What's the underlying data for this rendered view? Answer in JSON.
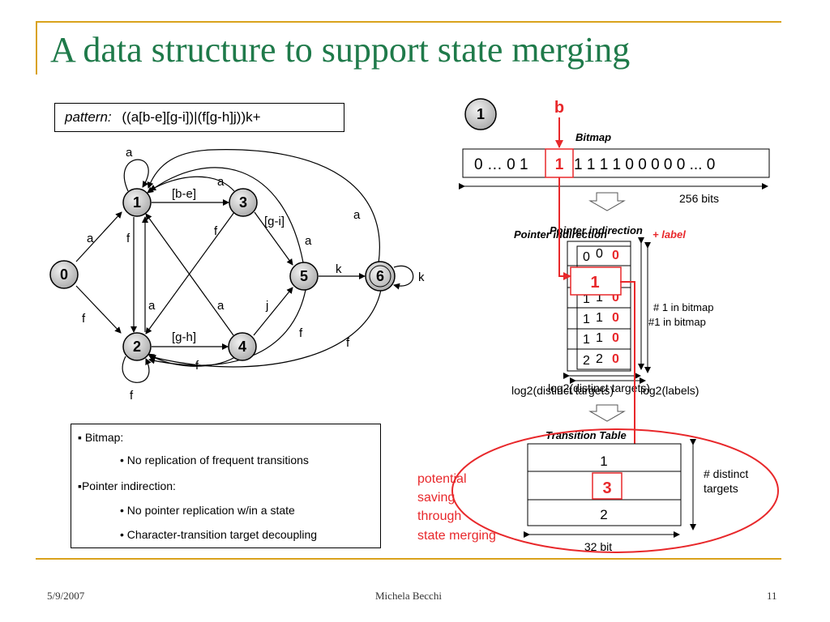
{
  "slide": {
    "title": "A data structure to support state merging",
    "date": "5/9/2007",
    "author": "Michela Becchi",
    "page": "11"
  },
  "pattern": {
    "label": "pattern:",
    "expr": "((a[b-e][g-i])|(f[g-h]j))k+"
  },
  "dfa": {
    "states": [
      "0",
      "1",
      "2",
      "3",
      "4",
      "5",
      "6"
    ],
    "edge_labels": {
      "self_1": "a",
      "e01": "a",
      "e02": "f",
      "e12": "f",
      "e21": "a",
      "e13": "[b-e]",
      "e31": "a",
      "e32": "f",
      "e35": "[g-i]",
      "e24": "[g-h]",
      "e41": "a",
      "e45": "j",
      "e56": "k",
      "self_6": "k",
      "e61": "a",
      "e62": "f",
      "e52": "f",
      "e51": "a",
      "e42": "f",
      "self_2": "f"
    }
  },
  "notes": {
    "items": [
      "Bitmap:",
      "• No replication of frequent transitions",
      "Pointer indirection:",
      "• No pointer replication w/in a state",
      "• Character-transition target decoupling"
    ]
  },
  "structure": {
    "step": "1",
    "char": "b",
    "bitmap_title": "Bitmap",
    "bitmap_bits_left": "0 … 0 1",
    "bitmap_bit_hl": "1",
    "bitmap_bits_right": "1 1 1 1 0 0 0 0 0 ... 0",
    "bitmap_size": "256 bits",
    "ptr_title": "Pointer indirection",
    "ptr_title_b": "Pointer indirection",
    "ptr_title_suffix": "+ label",
    "ptr_rows": [
      {
        "a": "0",
        "b": "0",
        "lab": "0"
      },
      {
        "a": "1",
        "b": "1",
        "lab": "0"
      },
      {
        "a": "1",
        "b": "1",
        "lab": "0"
      },
      {
        "a": "1",
        "b": "1",
        "lab": "0"
      },
      {
        "a": "2",
        "b": "2",
        "lab": "0"
      }
    ],
    "ptr_selected": "1",
    "ptr_count_a": "# 1 in bitmap",
    "ptr_count_b": "#1 in bitmap",
    "ptr_width_a": "log2(distinct targets)",
    "ptr_width_b": "log2(distinct targets)",
    "ptr_width_c": "log2(labels)",
    "tt_title": "Transition Table",
    "tt_rows": [
      "1",
      "3",
      "2"
    ],
    "tt_height": "# distinct targets",
    "tt_width": "32 bit",
    "saving": [
      "potential",
      "saving",
      "through",
      "state merging"
    ]
  },
  "colors": {
    "title": "#1f7a4a",
    "accent": "#e8282b",
    "frame": "#d9a21c",
    "node_fill": "#c8c8c8"
  }
}
